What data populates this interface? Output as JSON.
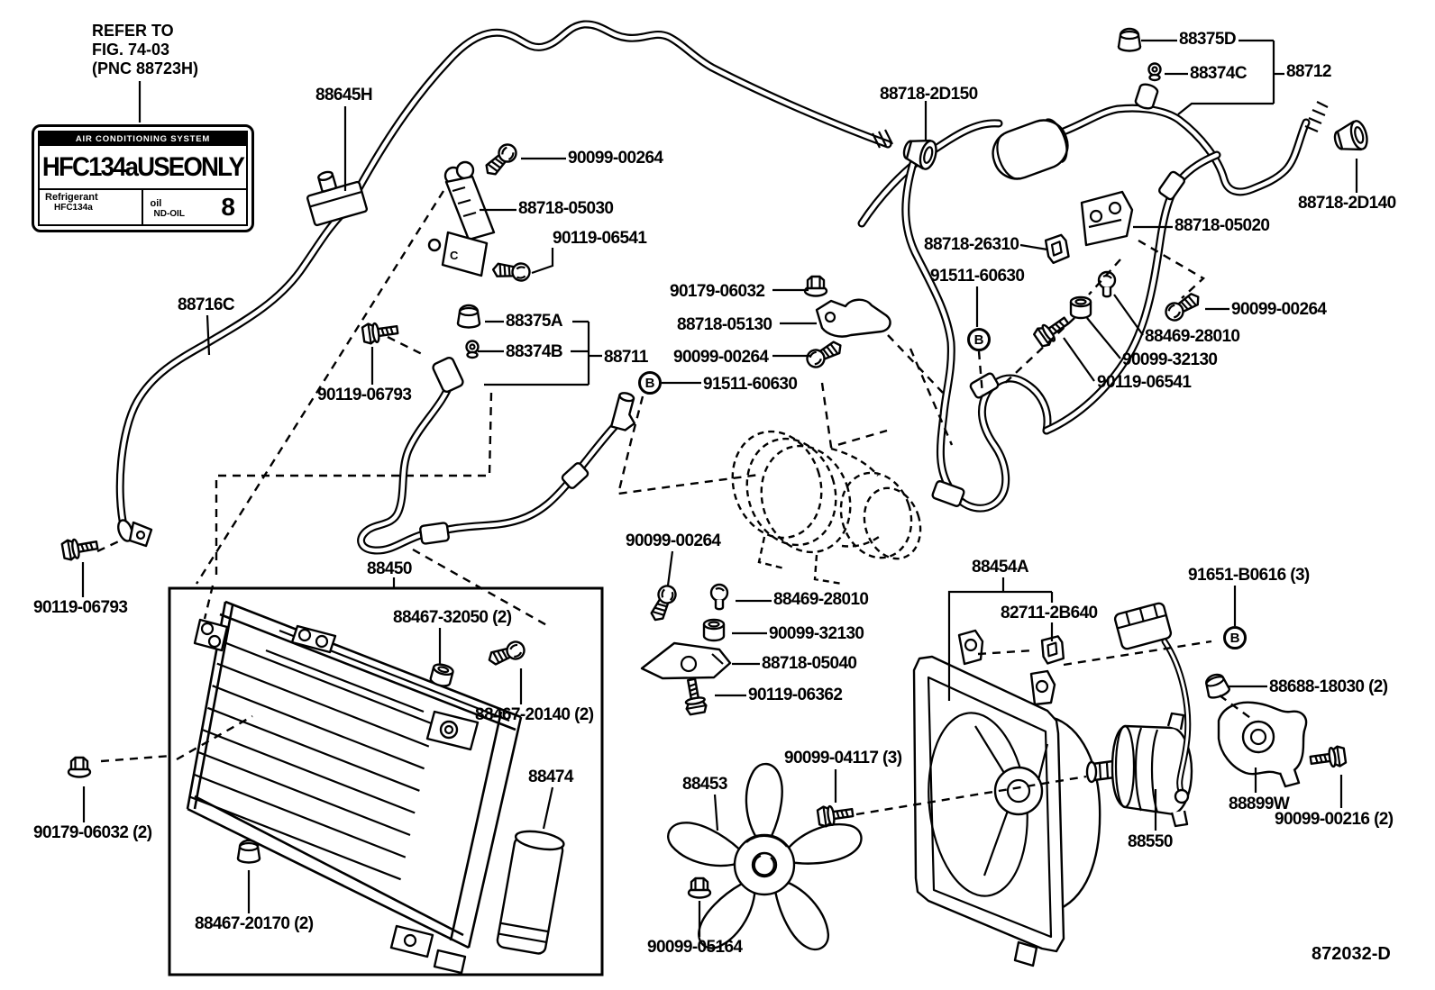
{
  "figure": {
    "code": "872032-D"
  },
  "note": {
    "line1": "REFER TO",
    "line2": "FIG. 74-03",
    "line3": "(PNC 88723H)"
  },
  "caution_label": {
    "header": "AIR CONDITIONING SYSTEM",
    "main": "HFC134aUSEONLY",
    "refrigerant_title": "Refrigerant",
    "refrigerant_value": "HFC134a",
    "oil_title": "oil",
    "oil_value": "ND-OIL",
    "capacity": "8"
  },
  "b_marker": "B",
  "c_marker": "C",
  "labels": [
    {
      "text": "88645H"
    },
    {
      "text": "90099-00264"
    },
    {
      "text": "88718-05030"
    },
    {
      "text": "90119-06541"
    },
    {
      "text": "88716C"
    },
    {
      "text": "88375A"
    },
    {
      "text": "88374B"
    },
    {
      "text": "88711"
    },
    {
      "text": "90119-06793"
    },
    {
      "text": "90179-06032"
    },
    {
      "text": "88718-05130"
    },
    {
      "text": "90099-00264"
    },
    {
      "text": "91511-60630"
    },
    {
      "text": "88718-2D150"
    },
    {
      "text": "88375D"
    },
    {
      "text": "88374C"
    },
    {
      "text": "88712"
    },
    {
      "text": "88718-2D140"
    },
    {
      "text": "88718-05020"
    },
    {
      "text": "88718-26310"
    },
    {
      "text": "91511-60630"
    },
    {
      "text": "90099-00264"
    },
    {
      "text": "88469-28010"
    },
    {
      "text": "90099-32130"
    },
    {
      "text": "90119-06541"
    },
    {
      "text": "88450"
    },
    {
      "text": "88467-32050 (2)"
    },
    {
      "text": "88467-20140 (2)"
    },
    {
      "text": "88474"
    },
    {
      "text": "88467-20170 (2)"
    },
    {
      "text": "90119-06793"
    },
    {
      "text": "90179-06032 (2)"
    },
    {
      "text": "90099-00264"
    },
    {
      "text": "88469-28010"
    },
    {
      "text": "90099-32130"
    },
    {
      "text": "88718-05040"
    },
    {
      "text": "90119-06362"
    },
    {
      "text": "90099-04117 (3)"
    },
    {
      "text": "88453"
    },
    {
      "text": "90099-05164"
    },
    {
      "text": "88454A"
    },
    {
      "text": "91651-B0616 (3)"
    },
    {
      "text": "82711-2B640"
    },
    {
      "text": "88688-18030 (2)"
    },
    {
      "text": "88899W"
    },
    {
      "text": "88550"
    },
    {
      "text": "90099-00216 (2)"
    }
  ]
}
